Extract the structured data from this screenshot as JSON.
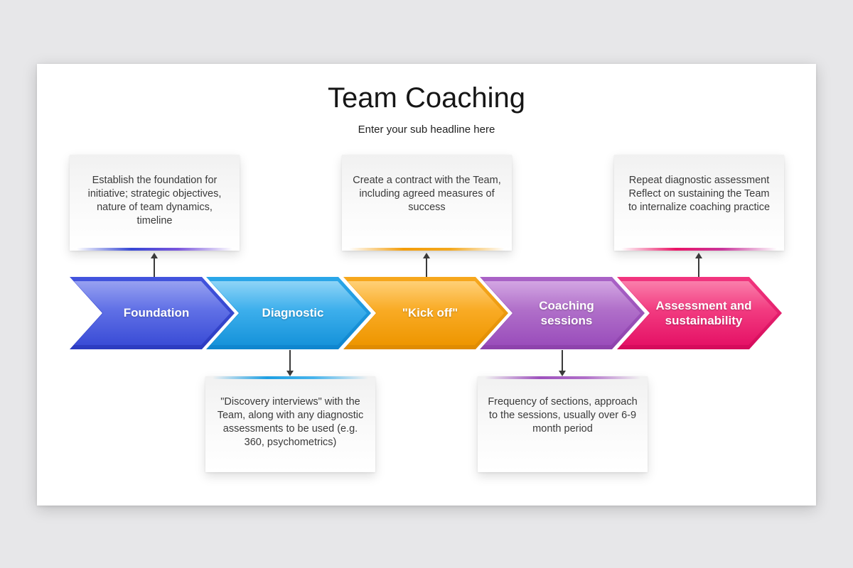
{
  "slide": {
    "title": "Team Coaching",
    "subtitle": "Enter your sub headline here"
  },
  "timeline": {
    "stages": [
      {
        "label": "Foundation",
        "color": "#3647d4"
      },
      {
        "label": "Diagnostic",
        "color": "#1d9fe3"
      },
      {
        "label": "\"Kick off\"",
        "color": "#f39d0a"
      },
      {
        "label": "Coaching sessions",
        "color": "#9d51bd"
      },
      {
        "label": "Assessment and sustainability",
        "color": "#ea1465"
      }
    ]
  },
  "callouts_top": [
    {
      "text": "Establish the foundation for initiative; strategic objectives, nature of team dynamics, timeline",
      "accent": "#3647d4"
    },
    {
      "text": "Create a contract with the Team, including agreed measures of success",
      "accent": "#f39d0a"
    },
    {
      "text": "Repeat diagnostic assessment Reflect on sustaining the Team to internalize coaching practice",
      "accent": "#ea1465"
    }
  ],
  "callouts_bottom": [
    {
      "text": "\"Discovery interviews\" with the Team, along with any diagnostic assessments to be used (e.g. 360, psychometrics)",
      "accent": "#1d9fe3"
    },
    {
      "text": "Frequency of sections, approach to the sessions, usually over 6-9 month period",
      "accent": "#9d51bd"
    }
  ]
}
